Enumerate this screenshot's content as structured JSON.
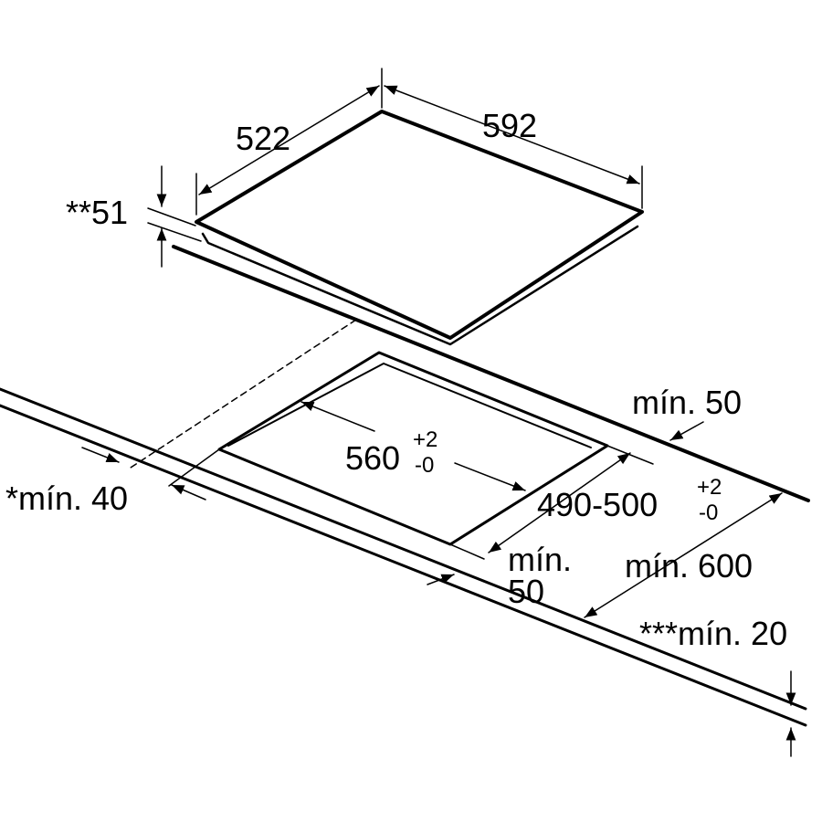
{
  "dimensions": {
    "hob_depth": "522",
    "hob_width": "592",
    "hob_height": "**51",
    "cutout_width": "560",
    "cutout_width_tol_plus": "+2",
    "cutout_width_tol_minus": "-0",
    "cutout_depth": "490-500",
    "cutout_depth_tol_plus": "+2",
    "cutout_depth_tol_minus": "-0",
    "min_back": "mín. 50",
    "min_side": "*mín. 40",
    "min_front_line1": "mín.",
    "min_front_line2": "50",
    "min_worktop_depth": "mín. 600",
    "min_worktop_thickness": "***mín. 20"
  }
}
